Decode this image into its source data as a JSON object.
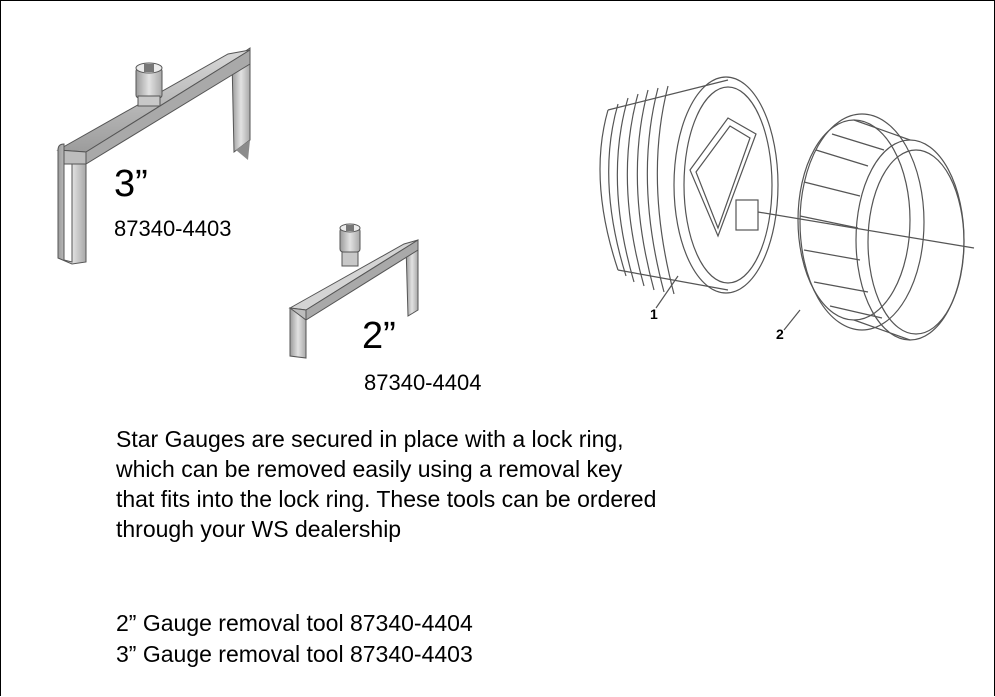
{
  "tools": {
    "large": {
      "size": "3”",
      "part": "87340-4403"
    },
    "small": {
      "size": "2”",
      "part": "87340-4404"
    }
  },
  "diagram": {
    "callouts": [
      "1",
      "2"
    ]
  },
  "description": {
    "lines": [
      "Star Gauges are secured in place with a lock ring,",
      "which can be removed easily using a removal key",
      "that fits into the lock ring. These tools can be ordered",
      "through your WS  dealership"
    ]
  },
  "parts_list": [
    "2” Gauge removal tool 87340-4404",
    "3” Gauge removal tool 87340-4403"
  ]
}
